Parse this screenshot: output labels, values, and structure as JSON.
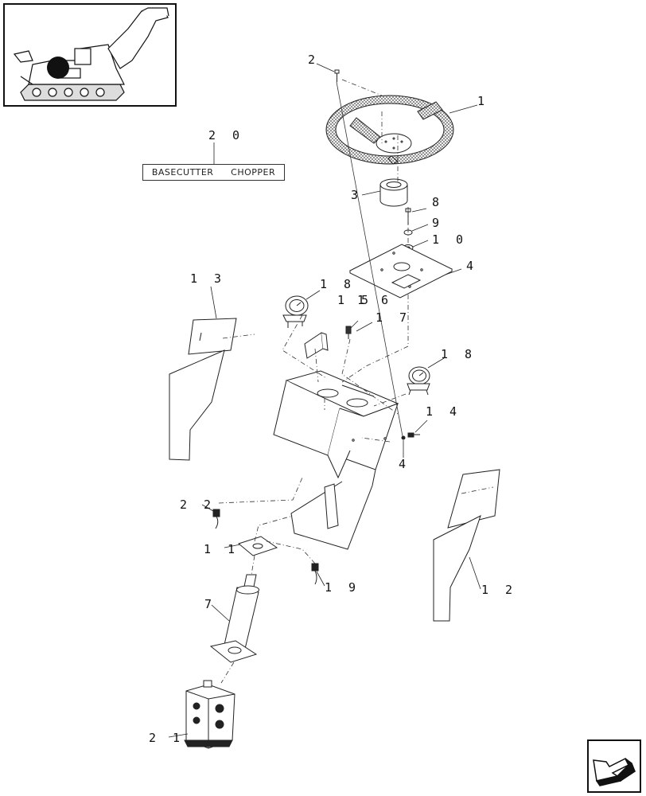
{
  "callouts": {
    "c1": "1",
    "c2": "2",
    "c3": "3",
    "c4a": "4",
    "c4b": "4",
    "c7": "7",
    "c8": "8",
    "c9": "9",
    "c10": "1 0",
    "c11": "1 1",
    "c12": "1 2",
    "c13": "1 3",
    "c14": "1 4",
    "c15": "1 5",
    "c16": "1 6",
    "c17": "1 7",
    "c18a": "1 8",
    "c18b": "1 8",
    "c19": "1 9",
    "c20": "2 0",
    "c21": "2 1",
    "c22": "2 2"
  },
  "reference_tag": {
    "left": "BASECUTTER",
    "right": "CHOPPER"
  },
  "icons": {
    "thumbnail": "harvester-locator-icon",
    "navigation": "next-page-arrow-icon"
  }
}
